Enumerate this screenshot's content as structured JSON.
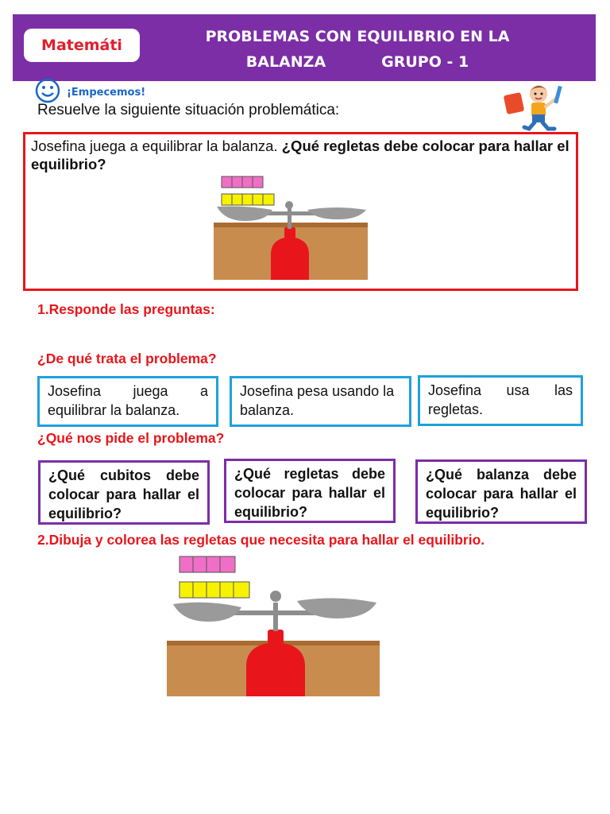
{
  "header": {
    "subject": "Matemáti",
    "title_line1": "PROBLEMAS CON EQUILIBRIO EN LA",
    "title_line2_a": "BALANZA",
    "title_line2_b": "GRUPO - 1"
  },
  "intro": {
    "start_label": "¡Empecemos!",
    "instruction": "Resuelve la siguiente situación problemática:"
  },
  "problem": {
    "text": "Josefina juega a equilibrar la balanza.",
    "question": "¿Qué regletas debe colocar para hallar el equilibrio?"
  },
  "section1": {
    "title": "1.Responde las preguntas:",
    "q1": "¿De qué trata el problema?",
    "q1_options": [
      "Josefina juega a equilibrar la balanza.",
      "Josefina pesa usando la balanza.",
      "Josefina usa las regletas."
    ],
    "q2": "¿Qué nos pide el problema?",
    "q2_options": [
      "¿Qué cubitos debe colocar para hallar el equilibrio?",
      "¿Qué regletas debe colocar para hallar el equilibrio?",
      "¿Qué balanza debe colocar para hallar el equilibrio?"
    ]
  },
  "section2": {
    "title": "2.Dibuja y colorea las regletas que necesita para hallar el equilibrio."
  },
  "colors": {
    "header_bg": "#7b2ea6",
    "accent_red": "#e8161b",
    "blue_border": "#1ea1dc",
    "purple_border": "#7b2ea6",
    "pink_rod": "#f06fc6",
    "yellow_rod": "#f7f200"
  }
}
